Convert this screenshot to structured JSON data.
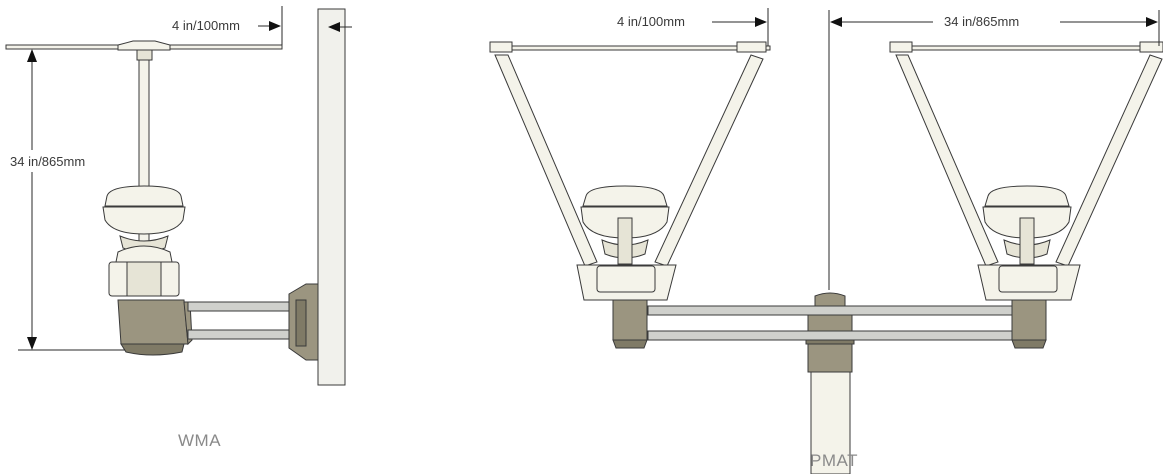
{
  "wma": {
    "caption": "WMA",
    "dim_vertical": "34 in/865mm",
    "dim_offset": "4 in/100mm"
  },
  "pmat": {
    "caption": "PMAT",
    "dim_offset": "4 in/100mm",
    "dim_spacing": "34 in/865mm"
  },
  "colors": {
    "metal": "#9b9580",
    "housing": "#f4f3ea",
    "rod": "#cfd0cc"
  }
}
